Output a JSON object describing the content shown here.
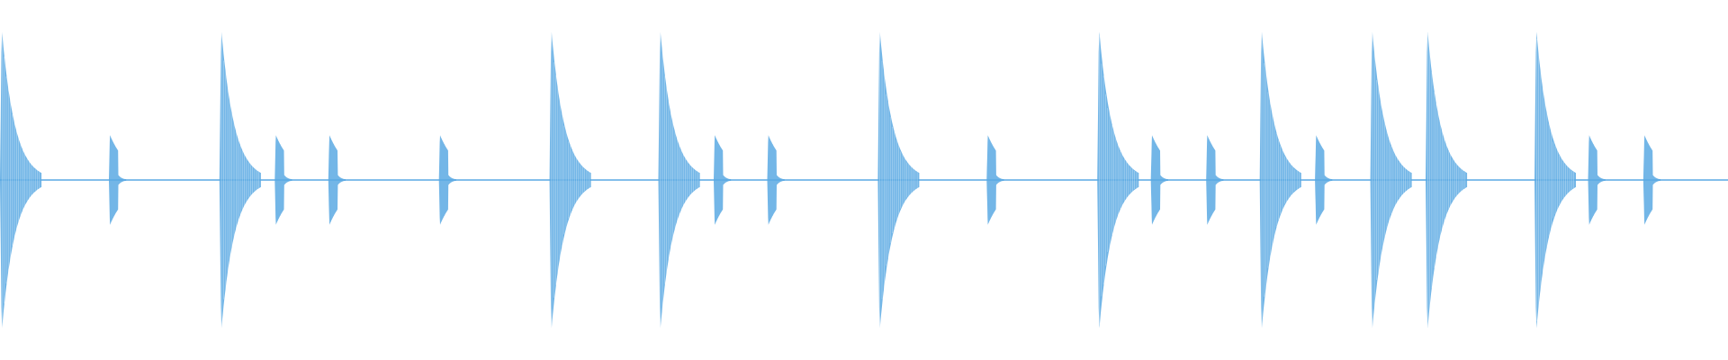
{
  "colors": {
    "background": "#ffffff",
    "waveform": "#5aa9e3"
  },
  "chart_data": {
    "type": "area",
    "title": "",
    "xlabel": "",
    "ylabel": "",
    "xlim": [
      0,
      100
    ],
    "ylim": [
      -1,
      1
    ],
    "grid": false,
    "legend": "none",
    "series": [
      {
        "hits": [
          {
            "t": 0.0,
            "amp": 0.85,
            "decay": 2.4,
            "buzz": true
          },
          {
            "t": 6.3,
            "amp": 0.25,
            "decay": 1.0,
            "buzz": false
          },
          {
            "t": 12.7,
            "amp": 0.85,
            "decay": 2.4,
            "buzz": true
          },
          {
            "t": 15.9,
            "amp": 0.25,
            "decay": 1.0,
            "buzz": false
          },
          {
            "t": 19.0,
            "amp": 0.25,
            "decay": 1.0,
            "buzz": false
          },
          {
            "t": 25.4,
            "amp": 0.25,
            "decay": 1.0,
            "buzz": false
          },
          {
            "t": 31.8,
            "amp": 0.85,
            "decay": 2.4,
            "buzz": true
          },
          {
            "t": 38.1,
            "amp": 0.85,
            "decay": 2.4,
            "buzz": true
          },
          {
            "t": 41.3,
            "amp": 0.25,
            "decay": 1.0,
            "buzz": false
          },
          {
            "t": 44.4,
            "amp": 0.25,
            "decay": 1.0,
            "buzz": false
          },
          {
            "t": 50.8,
            "amp": 0.85,
            "decay": 2.4,
            "buzz": true
          },
          {
            "t": 57.1,
            "amp": 0.25,
            "decay": 1.0,
            "buzz": false
          },
          {
            "t": 63.5,
            "amp": 0.85,
            "decay": 2.4,
            "buzz": true
          },
          {
            "t": 66.6,
            "amp": 0.25,
            "decay": 1.0,
            "buzz": false
          },
          {
            "t": 69.8,
            "amp": 0.25,
            "decay": 1.0,
            "buzz": false
          },
          {
            "t": 72.9,
            "amp": 0.85,
            "decay": 2.4,
            "buzz": true
          },
          {
            "t": 76.1,
            "amp": 0.25,
            "decay": 1.0,
            "buzz": false
          },
          {
            "t": 79.3,
            "amp": 0.85,
            "decay": 2.4,
            "buzz": true
          },
          {
            "t": 82.5,
            "amp": 0.85,
            "decay": 2.4,
            "buzz": true
          },
          {
            "t": 88.8,
            "amp": 0.85,
            "decay": 2.4,
            "buzz": true
          },
          {
            "t": 91.9,
            "amp": 0.25,
            "decay": 1.0,
            "buzz": false
          },
          {
            "t": 95.1,
            "amp": 0.25,
            "decay": 1.0,
            "buzz": false
          }
        ]
      }
    ]
  }
}
